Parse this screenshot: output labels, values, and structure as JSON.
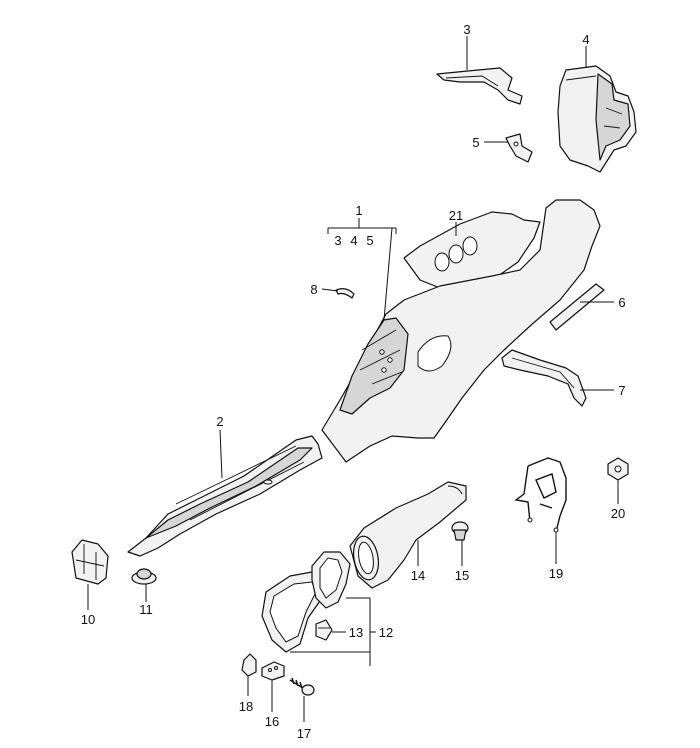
{
  "callouts": {
    "p1": "1",
    "p1_sub_3": "3",
    "p1_sub_4": "4",
    "p1_sub_5": "5",
    "p2": "2",
    "p3": "3",
    "p4": "4",
    "p5": "5",
    "p6": "6",
    "p7": "7",
    "p8": "8",
    "p10": "10",
    "p11": "11",
    "p12": "12",
    "p13": "13",
    "p14": "14",
    "p15": "15",
    "p16": "16",
    "p17": "17",
    "p18": "18",
    "p19": "19",
    "p20": "20",
    "p21": "21"
  }
}
